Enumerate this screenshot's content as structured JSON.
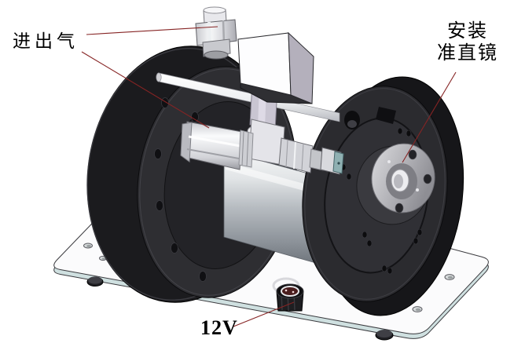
{
  "annotations": {
    "gas_ports_label": "进出气",
    "collimator_label_line1": "安装",
    "collimator_label_line2": "准直镜",
    "power_label": "12V"
  },
  "colors": {
    "background": "#ffffff",
    "leader_line": "#862424",
    "end_cap_dark": "#2b2b2f",
    "cell_body_metal": "#b7bcc1",
    "baseplate_top": "#fbfbfc",
    "baseplate_edge": "#cfe0e0",
    "valve_body": "#fdfdfe",
    "valve_port_face": "#8fb0b2",
    "hub_face": "#b9b9bf"
  }
}
